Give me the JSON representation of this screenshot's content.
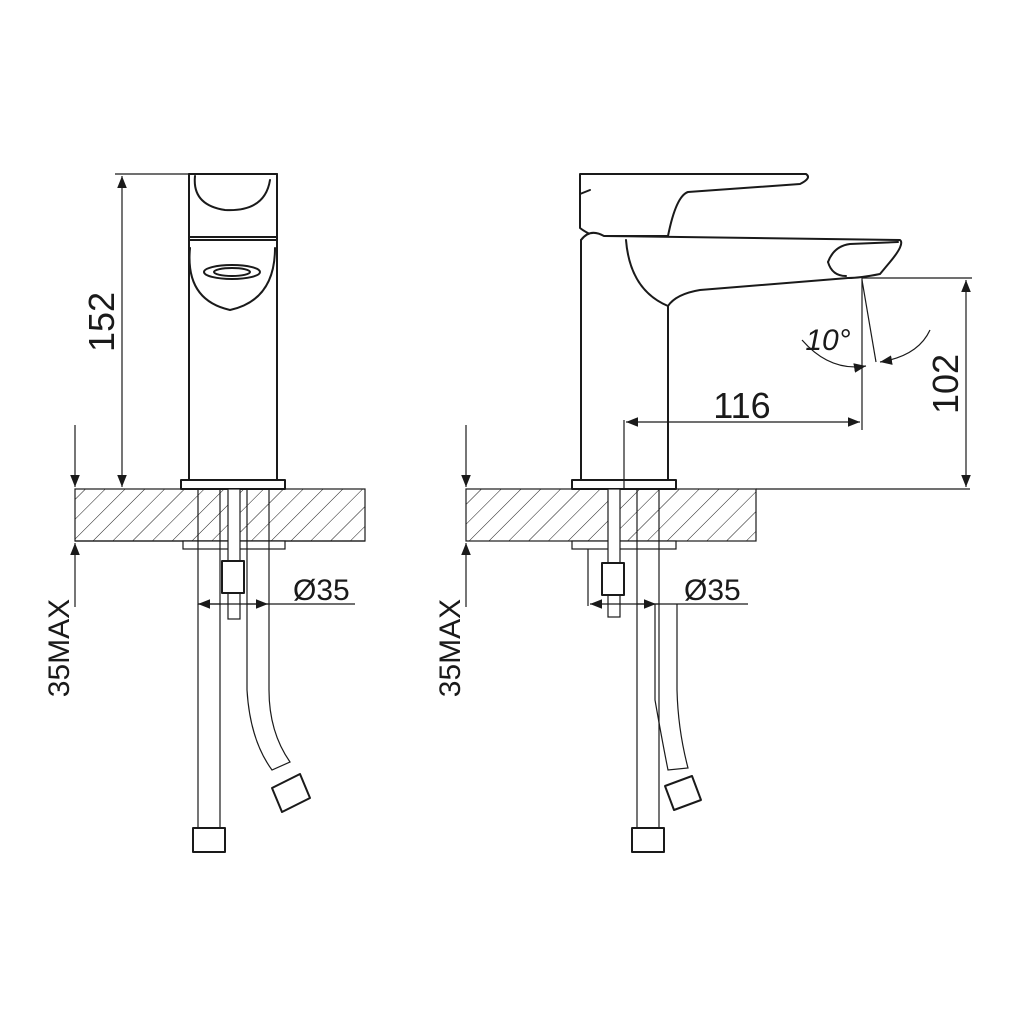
{
  "front_view": {
    "height_label": "152",
    "diameter_label": "Ø35",
    "max_label": "35MAX"
  },
  "side_view": {
    "angle_label": "10°",
    "reach_label": "116",
    "spout_height_label": "102",
    "diameter_label": "Ø35",
    "max_label": "35MAX"
  },
  "colors": {
    "line": "#1a1a1a",
    "background": "#ffffff"
  }
}
